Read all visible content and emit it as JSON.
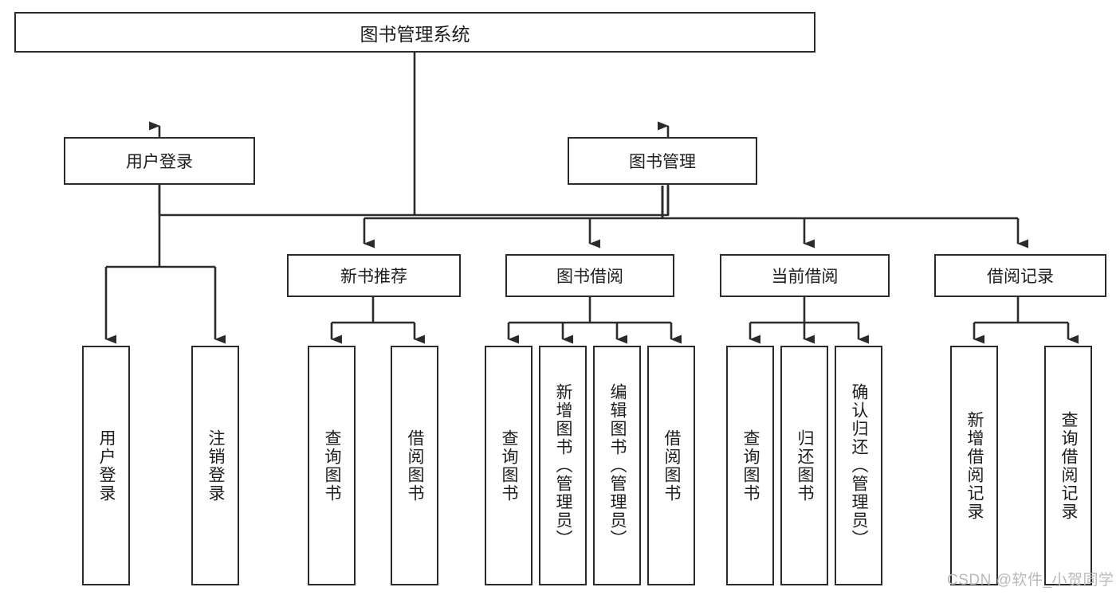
{
  "diagram": {
    "type": "tree-hierarchy",
    "title": "图书管理系统",
    "root": {
      "label": "图书管理系统"
    },
    "level2": [
      {
        "label": "用户登录"
      },
      {
        "label": "图书管理"
      }
    ],
    "level3": [
      {
        "label": "新书推荐"
      },
      {
        "label": "图书借阅"
      },
      {
        "label": "当前借阅"
      },
      {
        "label": "借阅记录"
      }
    ],
    "leaves": {
      "user_login": [
        {
          "label": "用户登录"
        },
        {
          "label": "注销登录"
        }
      ],
      "new_book_recommend": [
        {
          "label": "查询图书"
        },
        {
          "label": "借阅图书"
        }
      ],
      "book_borrow": [
        {
          "label": "查询图书"
        },
        {
          "label": "新增图书（管理员）"
        },
        {
          "label": "编辑图书（管理员）"
        },
        {
          "label": "借阅图书"
        }
      ],
      "current_borrow": [
        {
          "label": "查询图书"
        },
        {
          "label": "归还图书"
        },
        {
          "label": "确认归还（管理员）"
        }
      ],
      "borrow_record": [
        {
          "label": "新增借阅记录"
        },
        {
          "label": "查询借阅记录"
        }
      ]
    }
  },
  "watermark": {
    "text": "CSDN @软件_小贺同学"
  },
  "colors": {
    "stroke": "#2b2b2b",
    "background": "#ffffff",
    "text": "#1d1d1d",
    "watermark": "#b9b9b9"
  }
}
